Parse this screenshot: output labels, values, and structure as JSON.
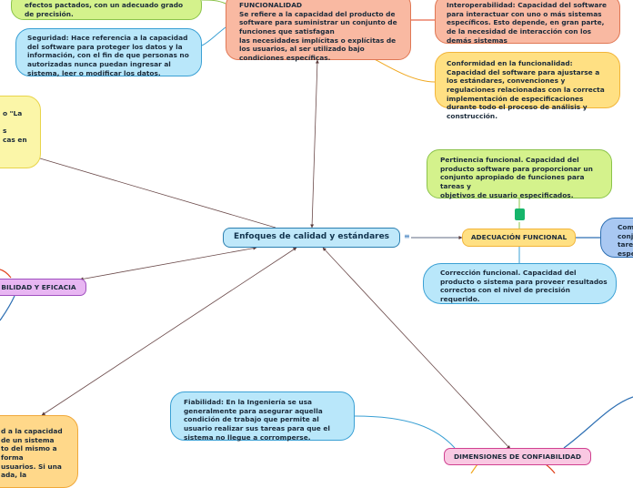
{
  "central": {
    "label": "Enfoques de calidad y estándares"
  },
  "nodes": {
    "green_top": "efectos pactados, con un adecuado grado de precisión.",
    "seguridad": "Seguridad: Hace referencia a la capacidad del software para proteger los datos y la información, con el fin de que personas no autorizadas nunca puedan ingresar al sistema, leer o modificar los datos.",
    "funcionalidad": "FUNCIONALIDAD\nSe refiere a la capacidad del producto de software para suministrar un conjunto de funciones que satisfagan\nlas necesidades implícitas o explícitas de los usuarios, al ser utilizado bajo\ncondiciones específicas.",
    "interoperabilidad": "Interoperabilidad: Capacidad del software para interactuar con uno o más sistemas específicos. Esto depende, en gran parte, de la necesidad de interacción con los demás sistemas",
    "conformidad": "Conformidad en la funcionalidad: Capacidad del software para ajustarse a los estándares, convenciones y regulaciones relacionadas con la correcta implementación de especificaciones durante todo el proceso de análisis y construcción.",
    "lemon_left": "o \"La\n\ns\ncas en",
    "pertinencia": "Pertinencia funcional. Capacidad del producto software para proporcionar un conjunto apropiado de funciones para tareas y\nobjetivos de usuario especificados.",
    "adecuacion": "ADECUACIÓN FUNCIONAL",
    "right_blue": "Com\nconj\ntare\nespe",
    "correccion": "Corrección funcional. Capacidad del producto o sistema para proveer resultados correctos con el nivel de precisión requerido.",
    "eficacia": "BILIDAD Y EFICACIA",
    "fiabilidad": "Fiabilidad: En la Ingeniería se usa generalmente para asegurar aquella condición de trabajo que permite al usuario realizar sus tareas para que el sistema no llegue a corromperse.",
    "orange_bottom": "d a la capacidad\nde un sistema\nto del mismo a\nforma\nusuarios. Si una\nada, la",
    "confiabilidad": "DIMENSIONES DE CONFIABILIDAD"
  },
  "icons": {
    "collapse": "≡",
    "handle": "green-handle"
  },
  "colors": {
    "line": "#6b4a4a",
    "blue_line": "#2d6fb3",
    "orange_line": "#f0a820",
    "green_line": "#8bc34a",
    "red_line": "#e0421e"
  }
}
